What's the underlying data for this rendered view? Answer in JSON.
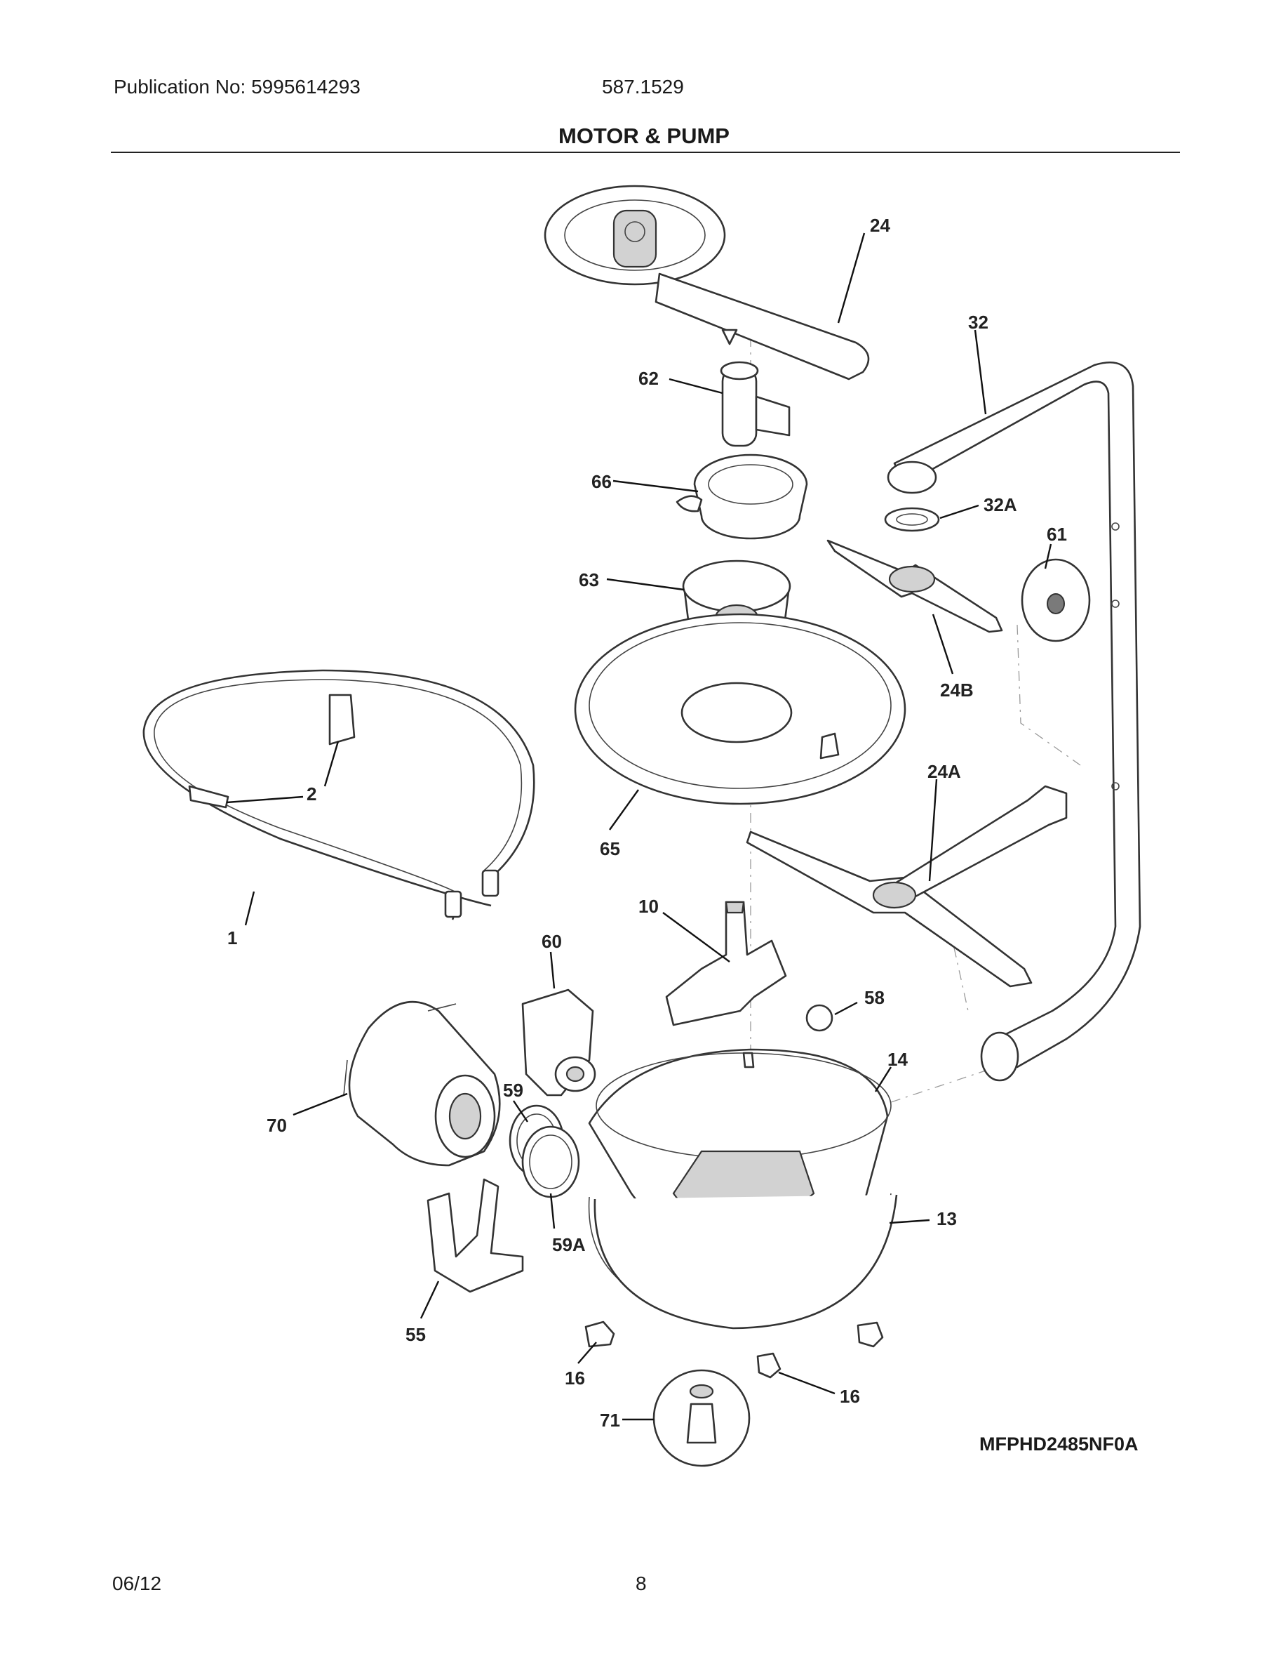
{
  "header": {
    "publication": "Publication No: 5995614293",
    "model": "587.1529",
    "title": "MOTOR & PUMP"
  },
  "diagram": {
    "callouts": [
      "24",
      "32",
      "62",
      "66",
      "32A",
      "61",
      "63",
      "24B",
      "2",
      "65",
      "24A",
      "1",
      "10",
      "60",
      "58",
      "14",
      "59",
      "70",
      "13",
      "59A",
      "55",
      "16",
      "16",
      "71"
    ]
  },
  "footer": {
    "diagram_code": "MFPHD2485NF0A",
    "date": "06/12",
    "page": "8"
  }
}
